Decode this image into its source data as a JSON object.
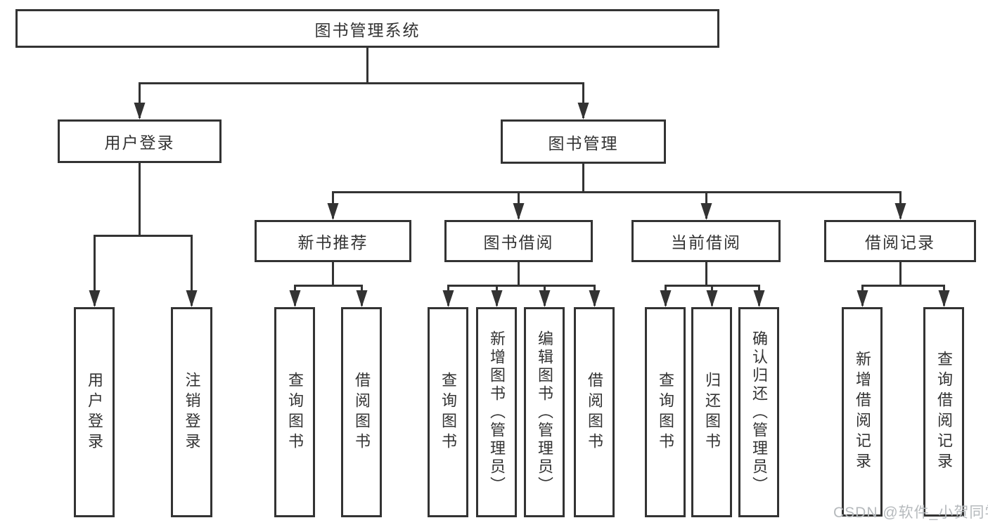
{
  "diagram": {
    "root": {
      "label": "图书管理系统"
    },
    "branches": [
      {
        "label": "用户登录",
        "children": [
          {
            "label": "用户登录"
          },
          {
            "label": "注销登录"
          }
        ]
      },
      {
        "label": "图书管理",
        "children": [
          {
            "label": "新书推荐",
            "children": [
              {
                "label": "查询图书"
              },
              {
                "label": "借阅图书"
              }
            ]
          },
          {
            "label": "图书借阅",
            "children": [
              {
                "label": "查询图书"
              },
              {
                "label": "新增图书（管理员）"
              },
              {
                "label": "编辑图书（管理员）"
              },
              {
                "label": "借阅图书"
              }
            ]
          },
          {
            "label": "当前借阅",
            "children": [
              {
                "label": "查询图书"
              },
              {
                "label": "归还图书"
              },
              {
                "label": "确认归还（管理员）"
              }
            ]
          },
          {
            "label": "借阅记录",
            "children": [
              {
                "label": "新增借阅记录"
              },
              {
                "label": "查询借阅记录"
              }
            ]
          }
        ]
      }
    ]
  },
  "watermark": {
    "text": "CSDN @软件_小贺同学"
  },
  "colors": {
    "line": "#333333",
    "text": "#333333",
    "watermark": "#b6babd",
    "background": "#ffffff"
  }
}
